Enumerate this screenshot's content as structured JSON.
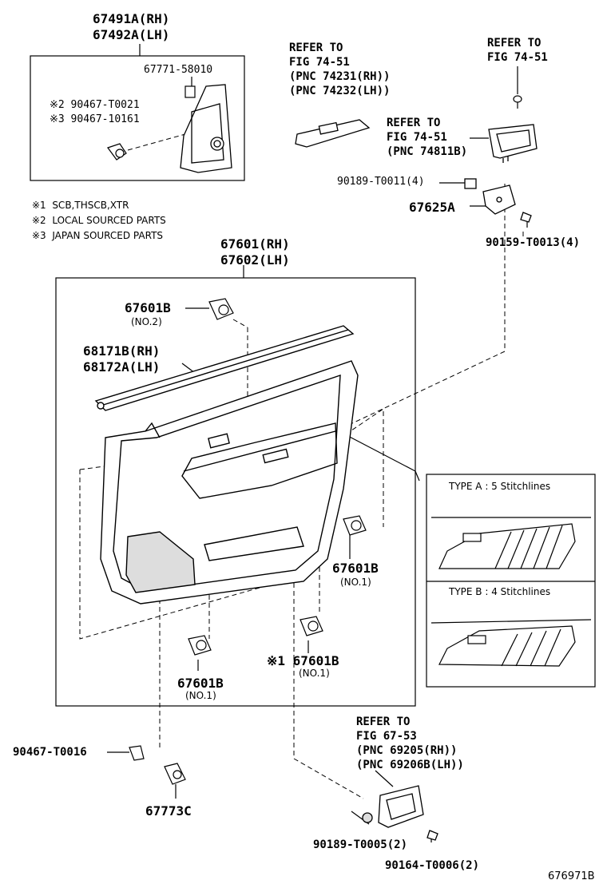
{
  "labels": {
    "trim_top_rh": "67491A(RH)",
    "trim_top_lh": "67492A(LH)",
    "clip_67771": "67771-58010",
    "note2_num": "※2 90467-T0021",
    "note3_num": "※3 90467-10161",
    "refer1_l1": "REFER TO",
    "refer1_l2": "FIG 74-51",
    "refer1_l3": "(PNC 74231(RH))",
    "refer1_l4": "(PNC 74232(LH))",
    "refer2_l1": "REFER TO",
    "refer2_l2": "FIG 74-51",
    "refer3_l1": "REFER TO",
    "refer3_l2": "FIG 74-51",
    "refer3_l3": "(PNC 74811B)",
    "part_90189_top": "90189-T0011(4)",
    "part_67625a": "67625A",
    "part_90159": "90159-T0013(4)",
    "note1": "※1  SCB,THSCB,XTR",
    "note2": "※2  LOCAL SOURCED PARTS",
    "note3": "※3  JAPAN SOURCED PARTS",
    "panel_rh": "67601(RH)",
    "panel_lh": "67602(LH)",
    "clip_no2": "67601B",
    "clip_no2_sub": "(NO.2)",
    "weather_rh": "68171B(RH)",
    "weather_lh": "68172A(LH)",
    "clip_right": "67601B",
    "clip_right_sub": "(NO.1)",
    "clip_bottom_left": "67601B",
    "clip_bottom_left_sub": "(NO.1)",
    "clip_bottom_mid": "※1 67601B",
    "clip_bottom_mid_sub": "(NO.1)",
    "type_a": "TYPE A : 5 Stitchlines",
    "type_b": "TYPE B : 4 Stitchlines",
    "refer4_l1": "REFER TO",
    "refer4_l2": "FIG 67-53",
    "refer4_l3": "(PNC 69205(RH))",
    "refer4_l4": "(PNC 69206B(LH))",
    "part_90467_t0016": "90467-T0016",
    "part_67773c": "67773C",
    "part_90189_bottom": "90189-T0005(2)",
    "part_90164": "90164-T0006(2)",
    "figure_id": "676971B"
  }
}
